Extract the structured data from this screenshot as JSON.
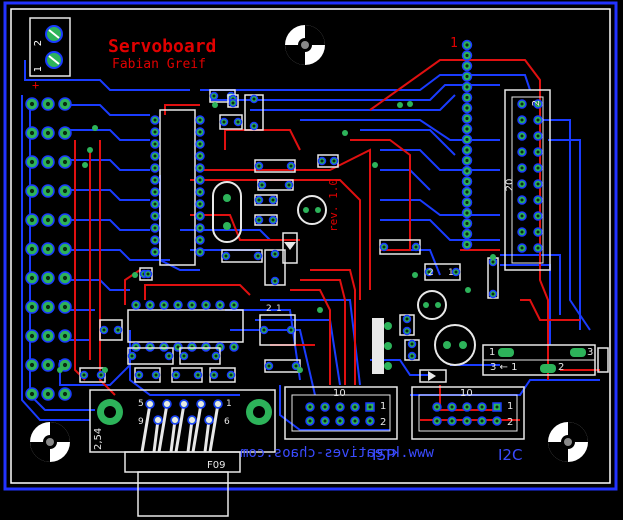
{
  "title": "Servoboard",
  "author": "Fabian Greif",
  "revision": "rev. 1.0",
  "website": "www.kreatives-chaos.com",
  "labels": {
    "isp": "ISP",
    "i2c": "I2C",
    "sub_d": "F09",
    "pitch": "2,54",
    "pin1_header": "1",
    "pin2": "2",
    "pin20": "20",
    "plus": "+",
    "pin10_isp": "10",
    "pin10_i2c": "10",
    "isp_1": "1",
    "isp_2": "2",
    "i2c_1": "1",
    "i2c_2": "2",
    "jumper_1": "1",
    "jumper_2": "2",
    "jumper_3": "3",
    "jumper_arrow": "3 ← 1",
    "dsub_9": "9",
    "dsub_6": "6",
    "dsub_5": "5",
    "dsub_1": "1",
    "term_1": "1",
    "term_2": "2",
    "pin_2a": "2",
    "pin_1a": "1",
    "pin_2b": "2",
    "pin_1b": "1"
  },
  "colors": {
    "background": "#000000",
    "outline": "#2233ff",
    "bottom_copper": "#1a3cff",
    "top_copper": "#e01010",
    "pad": "#2db35a",
    "silk": "#e8e8e8",
    "title": "#e00000"
  }
}
